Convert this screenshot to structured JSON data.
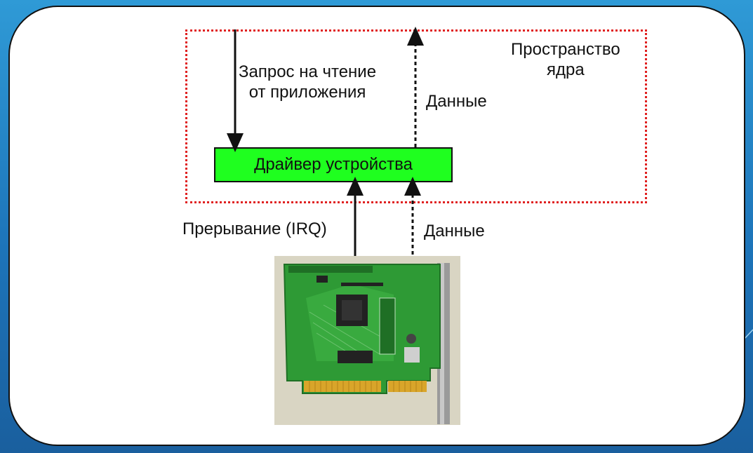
{
  "diagram": {
    "kernel_label_line1": "Пространство",
    "kernel_label_line2": "ядра",
    "request_label_line1": "Запрос на чтение",
    "request_label_line2": "от приложения",
    "data_label_upper": "Данные",
    "driver_label": "Драйвер устройства",
    "irq_label": "Прерывание (IRQ)",
    "data_label_lower": "Данные",
    "card_image": "isa-expansion-card-photo",
    "colors": {
      "background": "#2f9ad6",
      "kernel_border": "#e02020",
      "driver_fill": "#1fff1f",
      "pcb_green": "#2e9a35"
    }
  }
}
